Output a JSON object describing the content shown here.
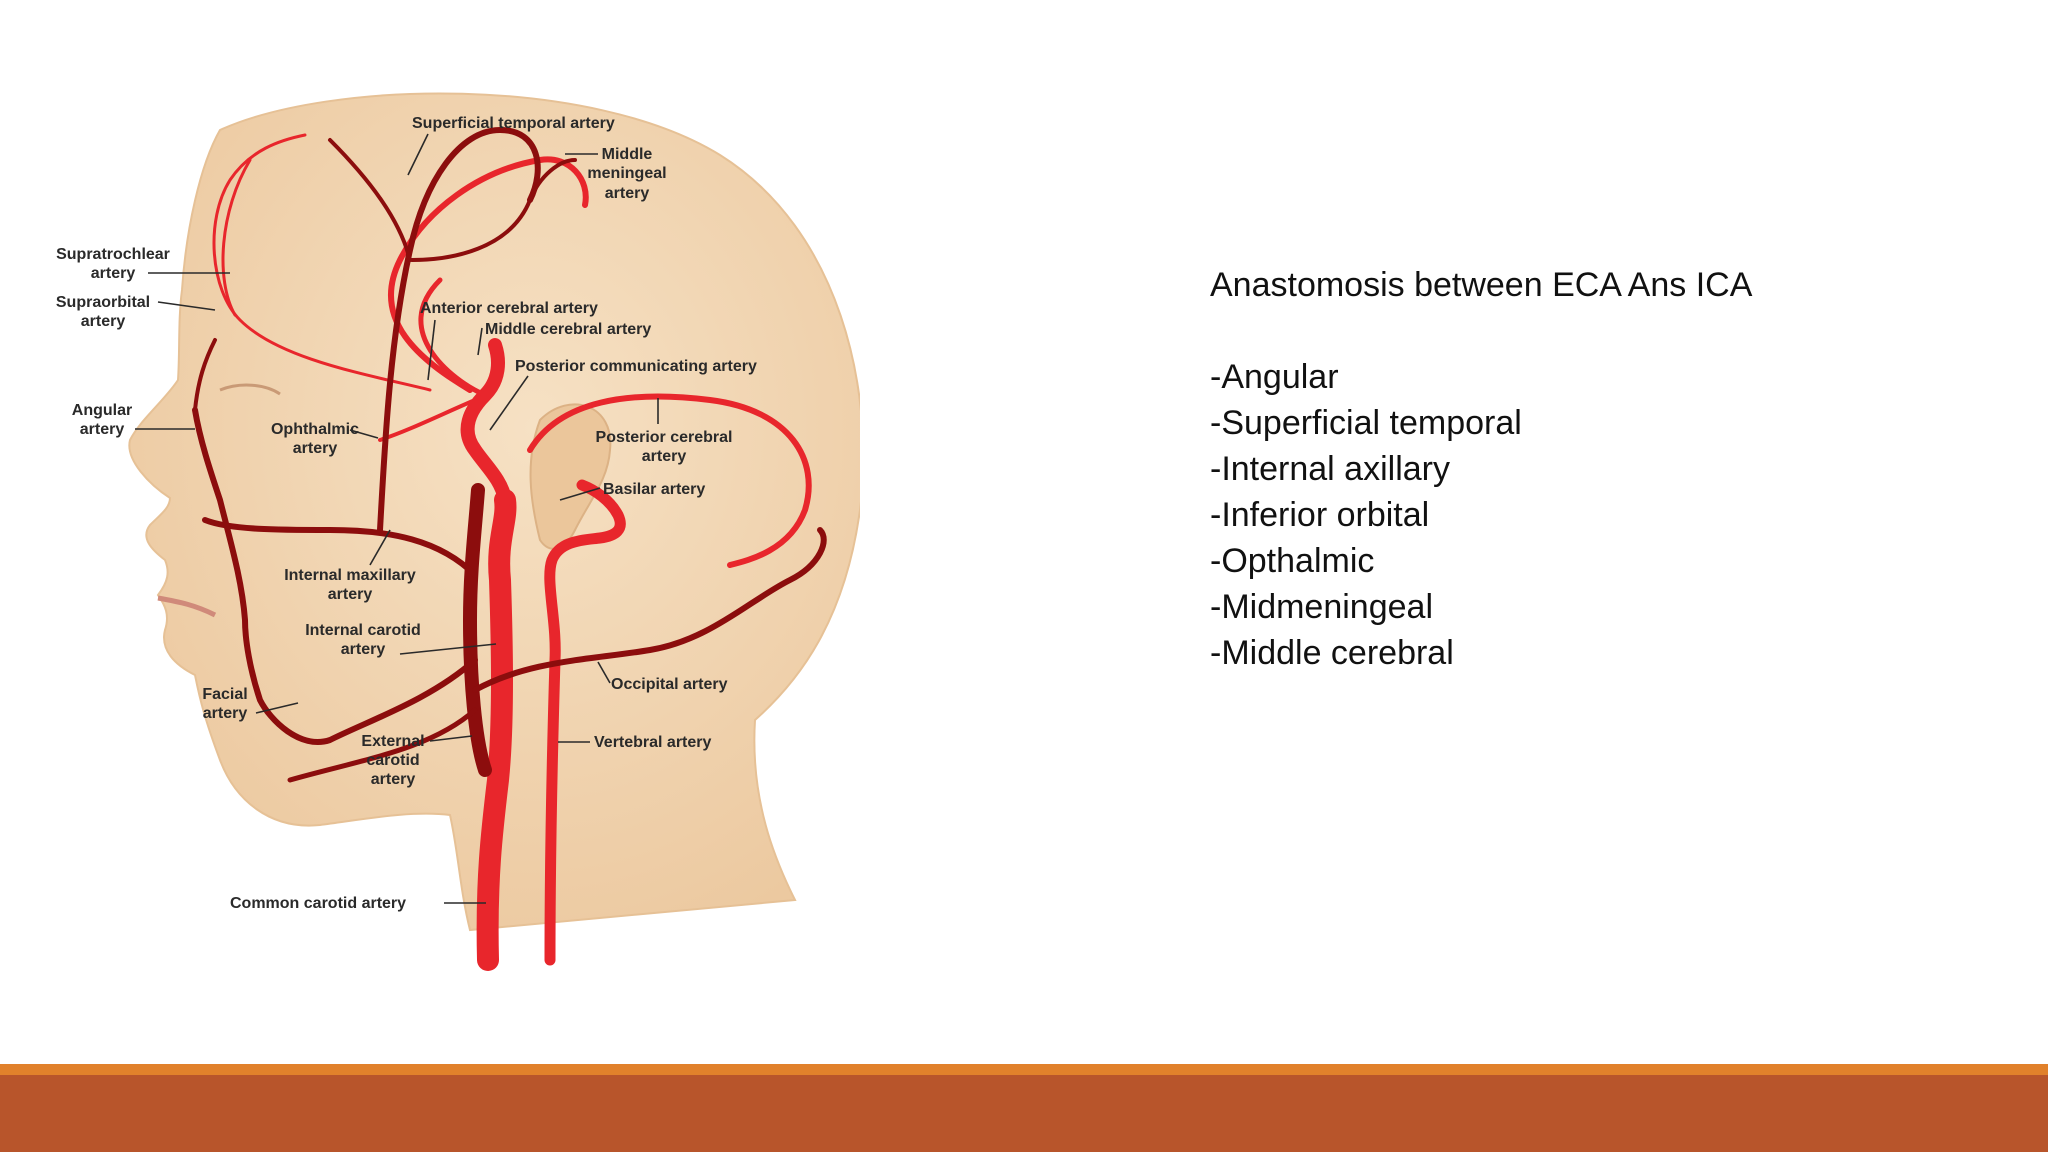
{
  "diagram": {
    "labels": {
      "superficial_temporal": "Superficial temporal artery",
      "middle_meningeal": [
        "Middle",
        "meningeal",
        "artery"
      ],
      "supratrochlear": [
        "Supratrochlear",
        "artery"
      ],
      "supraorbital": [
        "Supraorbital",
        "artery"
      ],
      "anterior_cerebral": "Anterior cerebral artery",
      "middle_cerebral": "Middle cerebral artery",
      "posterior_communicating": "Posterior communicating artery",
      "angular": [
        "Angular",
        "artery"
      ],
      "ophthalmic": [
        "Ophthalmic",
        "artery"
      ],
      "posterior_cerebral": [
        "Posterior cerebral",
        "artery"
      ],
      "basilar": "Basilar artery",
      "internal_maxillary": [
        "Internal maxillary",
        "artery"
      ],
      "internal_carotid": [
        "Internal carotid",
        "artery"
      ],
      "facial": [
        "Facial",
        "artery"
      ],
      "occipital": "Occipital artery",
      "external_carotid": [
        "External",
        "carotid",
        "artery"
      ],
      "vertebral": "Vertebral artery",
      "common_carotid": "Common carotid artery"
    },
    "colors": {
      "skin": "#f2d7b4",
      "skin_edge": "#e6c196",
      "external_artery": "#8c0d0d",
      "internal_artery": "#e8262c"
    }
  },
  "text": {
    "title": "Anastomosis between ECA Ans ICA",
    "items": [
      "-Angular",
      "-Superficial temporal",
      "-Internal axillary",
      "-Inferior orbital",
      "-Opthalmic",
      "-Midmeningeal",
      "-Middle cerebral"
    ]
  },
  "footer": {
    "stripe_color": "#e1812b",
    "bar_color": "#b8552b"
  }
}
